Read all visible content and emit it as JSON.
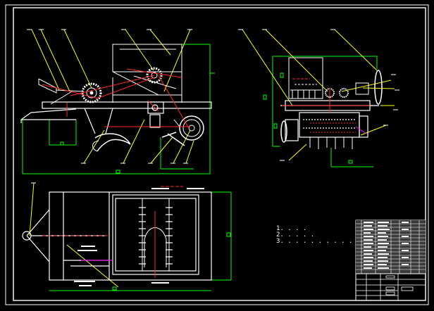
{
  "colors": {
    "background": "#000000",
    "linework": "#ffffff",
    "dimensions": "#00ff00",
    "center_lines": "#ff2a2a",
    "leaders": "#ffff00",
    "hidden": "#ff00ff",
    "tones": "#9a9a9a"
  },
  "notes": {
    "line1": "1.  . . .",
    "line2": "2.  . . .  .",
    "line3": "3.  . . . . . . . . . . ."
  }
}
